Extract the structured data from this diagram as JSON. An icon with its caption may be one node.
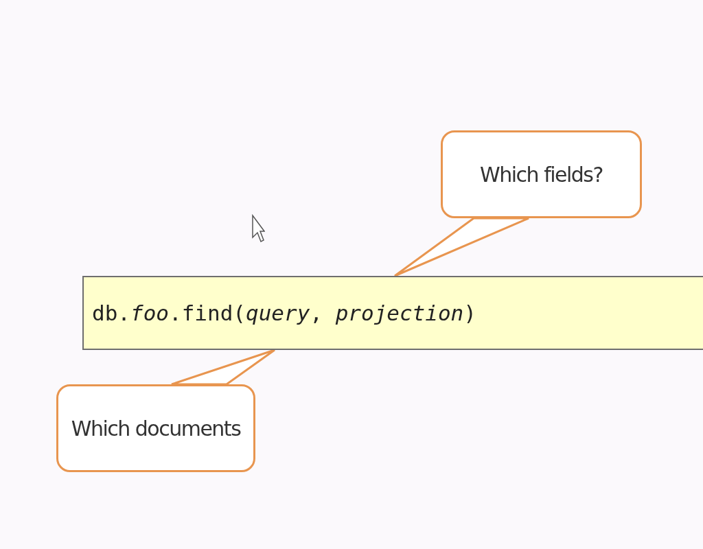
{
  "diagram": {
    "nodes": [
      {
        "text": [
          "db.*foo*.find(*query*, *projection*)"
        ]
      },
      {
        "text": [
          "Which fields?"
        ]
      },
      {
        "text": [
          "Which documents"
        ]
      }
    ],
    "edges": [
      {
        "from": 1,
        "to": 0,
        "arrow": "none"
      },
      {
        "from": 2,
        "to": 0,
        "arrow": "none"
      }
    ]
  }
}
